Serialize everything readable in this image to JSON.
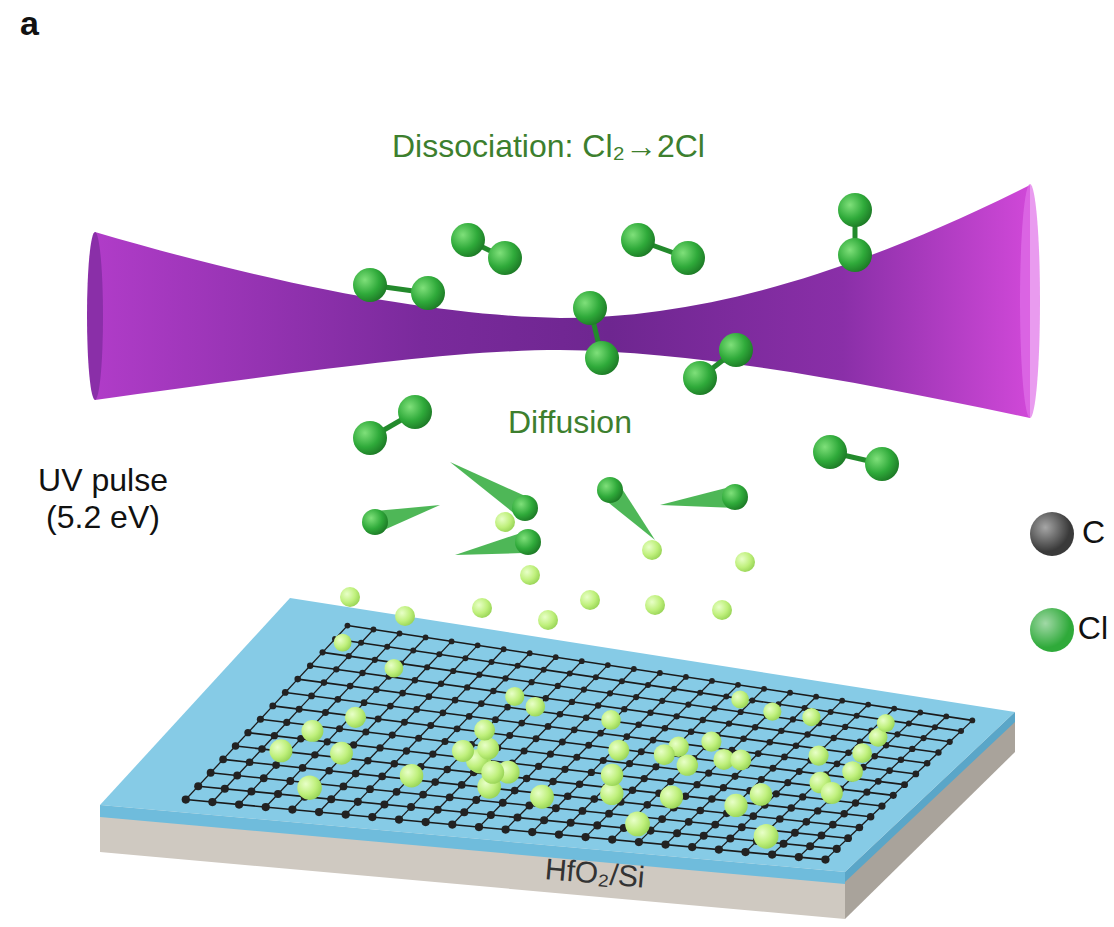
{
  "diagram": {
    "labels": [
      "a",
      "Dissociation: Cl₂→2Cl",
      "Diffusion",
      "UV pulse (5.2 eV)",
      "HfO₂/Si"
    ],
    "legend": [
      {
        "text": "C",
        "color": "#3a3a3a"
      },
      {
        "text": "Cl",
        "color": "#2faa3a"
      }
    ]
  }
}
